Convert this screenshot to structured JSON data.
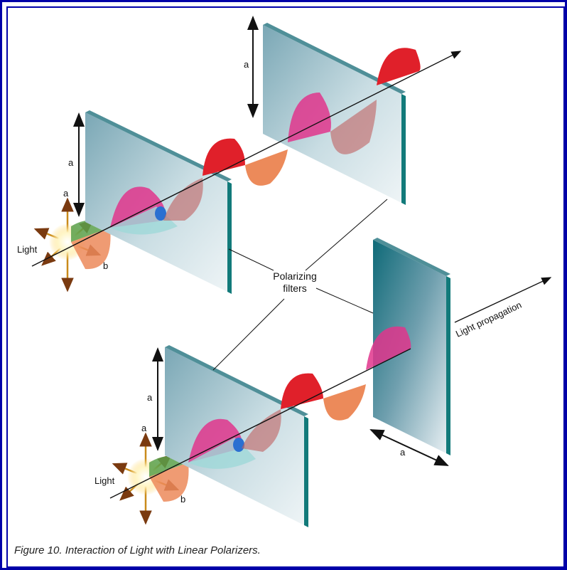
{
  "figure": {
    "caption": "Figure 10. Interaction of Light with Linear Polarizers.",
    "callout_line1": "Polarizing",
    "callout_line2": "filters",
    "propagation_label": "Light propagation",
    "light_label_top": "Light",
    "light_label_bottom": "Light",
    "axis_a": "a",
    "axis_b": "b"
  },
  "colors": {
    "frame": "#0000a8",
    "filter_face": "#b8d4dc",
    "filter_edge": "#127a7a",
    "wave_red": "#e0202a",
    "wave_magenta": "#e0358c",
    "wave_orange": "#ec8a5a",
    "wave_teal": "#9fd8d8",
    "arrow_gold": "#c98a1a"
  }
}
